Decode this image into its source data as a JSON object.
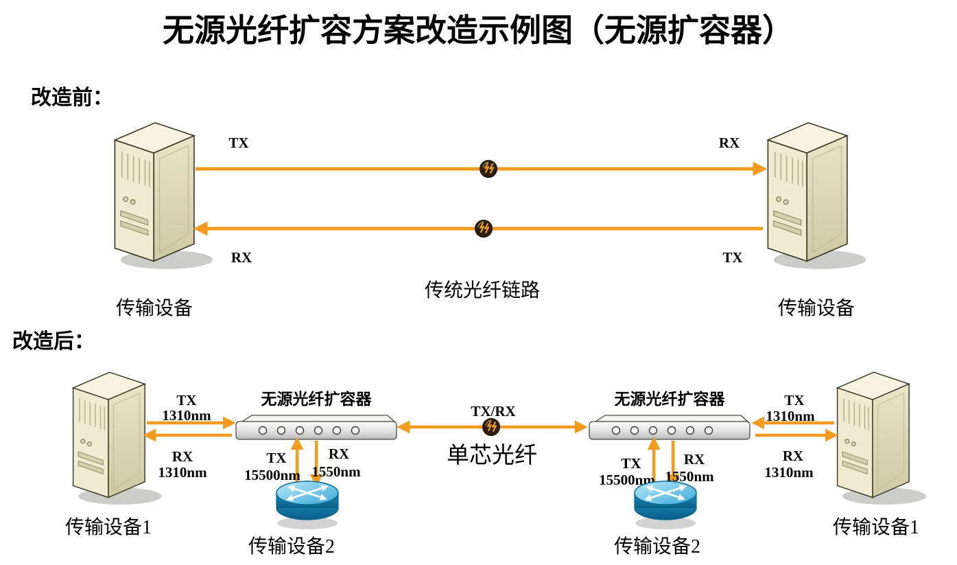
{
  "title": "无源光纤扩容方案改造示例图（无源扩容器）",
  "colors": {
    "arrow": "#F29B1E",
    "server_body": "#EFEAD0",
    "router_blue": "#1E8FC0",
    "splice": "#2E1F0B",
    "text": "#000000"
  },
  "before": {
    "section_label": "改造前：",
    "left_device": "传输设备",
    "right_device": "传输设备",
    "tx_top": "TX",
    "rx_top": "RX",
    "rx_bottom": "RX",
    "tx_bottom": "TX",
    "caption": "传统光纤链路"
  },
  "after": {
    "section_label": "改造后：",
    "left_device": "传输设备1",
    "right_device": "传输设备1",
    "left_expander": "无源光纤扩容器",
    "right_expander": "无源光纤扩容器",
    "left_router": "传输设备2",
    "right_router": "传输设备2",
    "center_link": "TX/RX",
    "center_caption": "单芯光纤",
    "left": {
      "tx": "TX",
      "tx_wl": "1310nm",
      "rx": "RX",
      "rx_wl": "1310nm"
    },
    "left_drop": {
      "tx": "TX",
      "tx_wl": "15500nm",
      "rx": "RX",
      "rx_wl": "1550nm"
    },
    "right": {
      "tx": "TX",
      "tx_wl": "1310nm",
      "rx": "RX",
      "rx_wl": "1310nm"
    },
    "right_drop": {
      "tx": "TX",
      "tx_wl": "15500nm",
      "rx": "RX",
      "rx_wl": "1550nm"
    }
  }
}
